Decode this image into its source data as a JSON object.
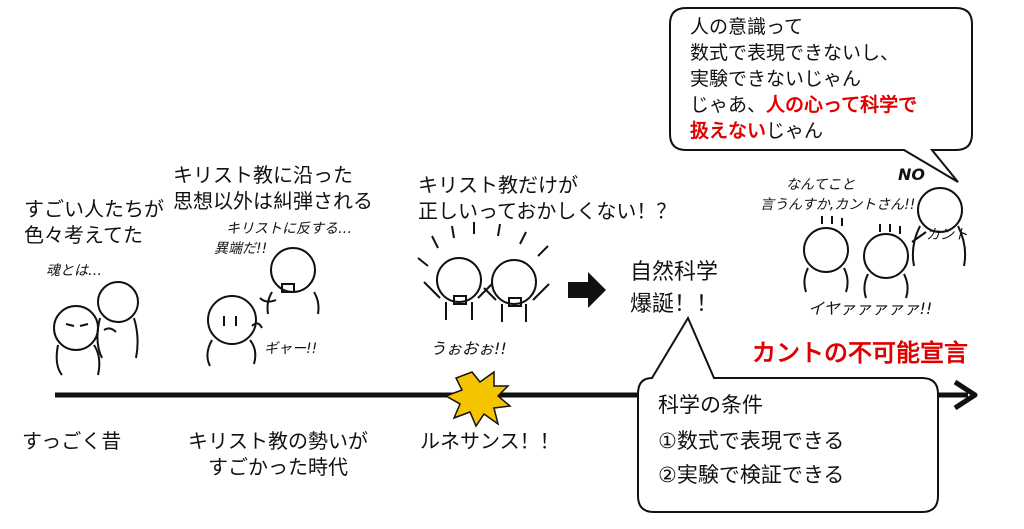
{
  "timeline": {
    "era_1": {
      "caption": "すっごく昔",
      "speech": [
        "すごい人たちが",
        "色々考えてた"
      ],
      "hand": "魂とは…"
    },
    "era_2": {
      "caption": [
        "キリスト教の勢いが",
        "すごかった時代"
      ],
      "speech": [
        "キリスト教に沿った",
        "思想以外は糾弾される"
      ],
      "hand_top": [
        "キリストに反する…",
        "異端だ!!"
      ],
      "hand_bottom": "ギャー!!"
    },
    "era_3": {
      "caption": "ルネサンス！！",
      "speech": [
        "キリスト教だけが",
        "正しいっておかしくない！？"
      ],
      "hand": "うぉおぉ!!"
    },
    "era_4": {
      "label": [
        "自然科学",
        "爆誕！！"
      ],
      "conditions_title": "科学の条件",
      "conditions": [
        "①数式で表現できる",
        "②実験で検証できる"
      ]
    },
    "era_5": {
      "title": "カント の不可能宣言",
      "title_text": "カントの不可能宣言",
      "bubble": {
        "line1": "人の意識って",
        "line2": "数式で表現できないし、",
        "line3": "実験できないじゃん",
        "line4_pre": "じゃあ、",
        "line4_red": "人の心って科学で",
        "line5_red": "扱えない",
        "line5_post": "じゃん"
      },
      "hand_no": "NO",
      "hand_kant": "カント",
      "hand_others": [
        "なんてこと",
        "言うんすか,カントさん!!"
      ],
      "hand_scream": "イヤァァァァァ!!"
    }
  },
  "colors": {
    "accent_red": "#e00000",
    "explosion": "#f5c400",
    "ink": "#111111"
  }
}
